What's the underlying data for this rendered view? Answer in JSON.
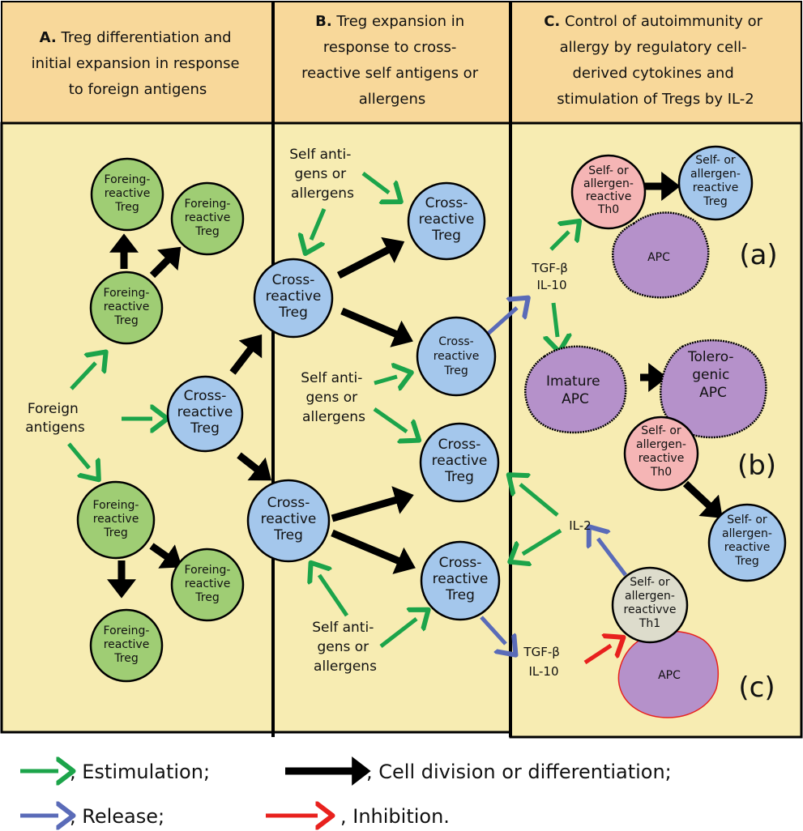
{
  "colors": {
    "header_bg": "#F8D89A",
    "panel_bg": "#F7ECB2",
    "cell_green": "#9FCD74",
    "cell_blue": "#A4C7EC",
    "cell_pink": "#F5B5B5",
    "cell_gray": "#DDDCCC",
    "apc_purple": "#B591CA",
    "arrow_green": "#1CA44A",
    "arrow_black": "#000000",
    "arrow_blue": "#5A6BB8",
    "arrow_red": "#E8211E"
  },
  "headers": {
    "a": [
      "A. Treg differentiation and",
      "initial expansion in response",
      "to foreign antigens"
    ],
    "b": [
      "B. Treg expansion in",
      "response to cross-",
      "reactive self antigens or",
      "allergens"
    ],
    "c": [
      "C. Control of autoimmunity or",
      "allergy by regulatory cell-",
      "derived cytokines and",
      "stimulation of Tregs by IL-2"
    ]
  },
  "cells": {
    "foreing": [
      "Foreing-",
      "reactive",
      "Treg"
    ],
    "cross": [
      "Cross-",
      "reactive",
      "Treg"
    ],
    "self_treg": [
      "Self- or",
      "allergen-",
      "reactive",
      "Treg"
    ],
    "self_th0": [
      "Self- or",
      "allergen-",
      "reactive",
      "Th0"
    ],
    "self_th1": [
      "Self- or",
      "allergen-",
      "reactivve",
      "Th1"
    ],
    "apc": "APC",
    "imature_apc": [
      "Imature",
      "APC"
    ],
    "tolerogenic_apc": [
      "Tolero-",
      "genic",
      "APC"
    ]
  },
  "labels": {
    "foreign_antigens": [
      "Foreign",
      "antigens"
    ],
    "self_antigens": [
      "Self anti-",
      "gens or",
      "allergens"
    ],
    "tgf": "TGF-β",
    "il10": "IL-10",
    "il2": "IL-2",
    "sub_a": "(a)",
    "sub_b": "(b)",
    "sub_c": "(c)"
  },
  "legend": {
    "stimulation": ", Estimulation;",
    "division": ", Cell division or differentiation;",
    "release": ", Release;",
    "inhibition": ", Inhibition."
  }
}
